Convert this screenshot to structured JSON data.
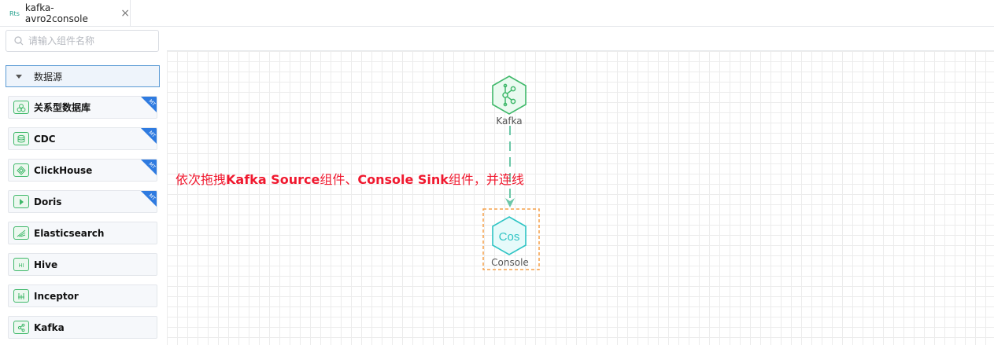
{
  "tab": {
    "badge": "Rts",
    "title": "kafka-avro2console",
    "close": "×"
  },
  "search": {
    "placeholder": "请输入组件名称"
  },
  "group": {
    "label": "数据源"
  },
  "components": [
    {
      "label": "关系型数据库",
      "mt": true
    },
    {
      "label": "CDC",
      "mt": true
    },
    {
      "label": "ClickHouse",
      "mt": true
    },
    {
      "label": "Doris",
      "mt": true
    },
    {
      "label": "Elasticsearch",
      "mt": false
    },
    {
      "label": "Hive",
      "mt": false
    },
    {
      "label": "Inceptor",
      "mt": false
    },
    {
      "label": "Kafka",
      "mt": false
    }
  ],
  "nodes": {
    "source": {
      "label": "Kafka"
    },
    "sink": {
      "label": "Console",
      "icon_text": "Cos"
    }
  },
  "annotation": {
    "part1": "依次拖拽",
    "part2": "Kafka Source",
    "part3": "组件、",
    "part4": "Console Sink",
    "part5": "组件，并连线"
  },
  "colors": {
    "node_green": "#3fb86a",
    "node_teal": "#2ec4c4",
    "edge": "#6cc7a8",
    "selection": "#f5a04a",
    "annotation": "#f0192f"
  }
}
